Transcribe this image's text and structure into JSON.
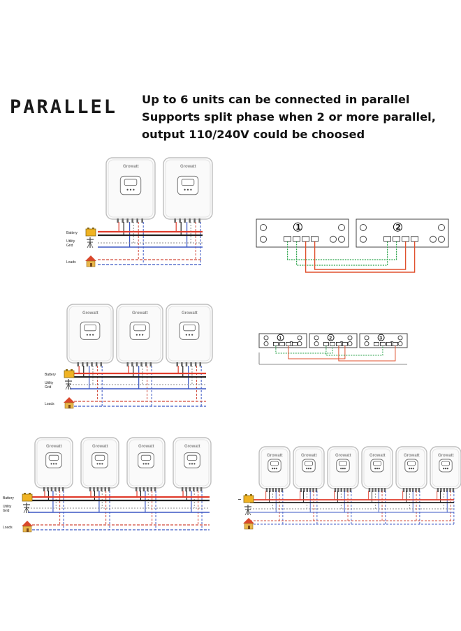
{
  "header": {
    "brand_title": "PARALLEL",
    "lines": [
      "Up to 6 units can be connected in parallel",
      "Supports split phase when 2 or more parallel,",
      "output 110/240V could be choosed"
    ]
  },
  "labels": {
    "battery": "Battery",
    "utility_grid": "Utility\nGrid",
    "loads": "Loads",
    "unit_brand": "Growatt"
  },
  "unit_numbers": [
    "1",
    "2",
    "3"
  ],
  "colors": {
    "battery_positive": "#e03c2c",
    "battery_negative": "#222222",
    "grid": "#3b57c4",
    "loads": "#d24a3a",
    "comm_green": "#2aa34a",
    "comm_red": "#e0512e",
    "casing": "#bfbfbf"
  }
}
